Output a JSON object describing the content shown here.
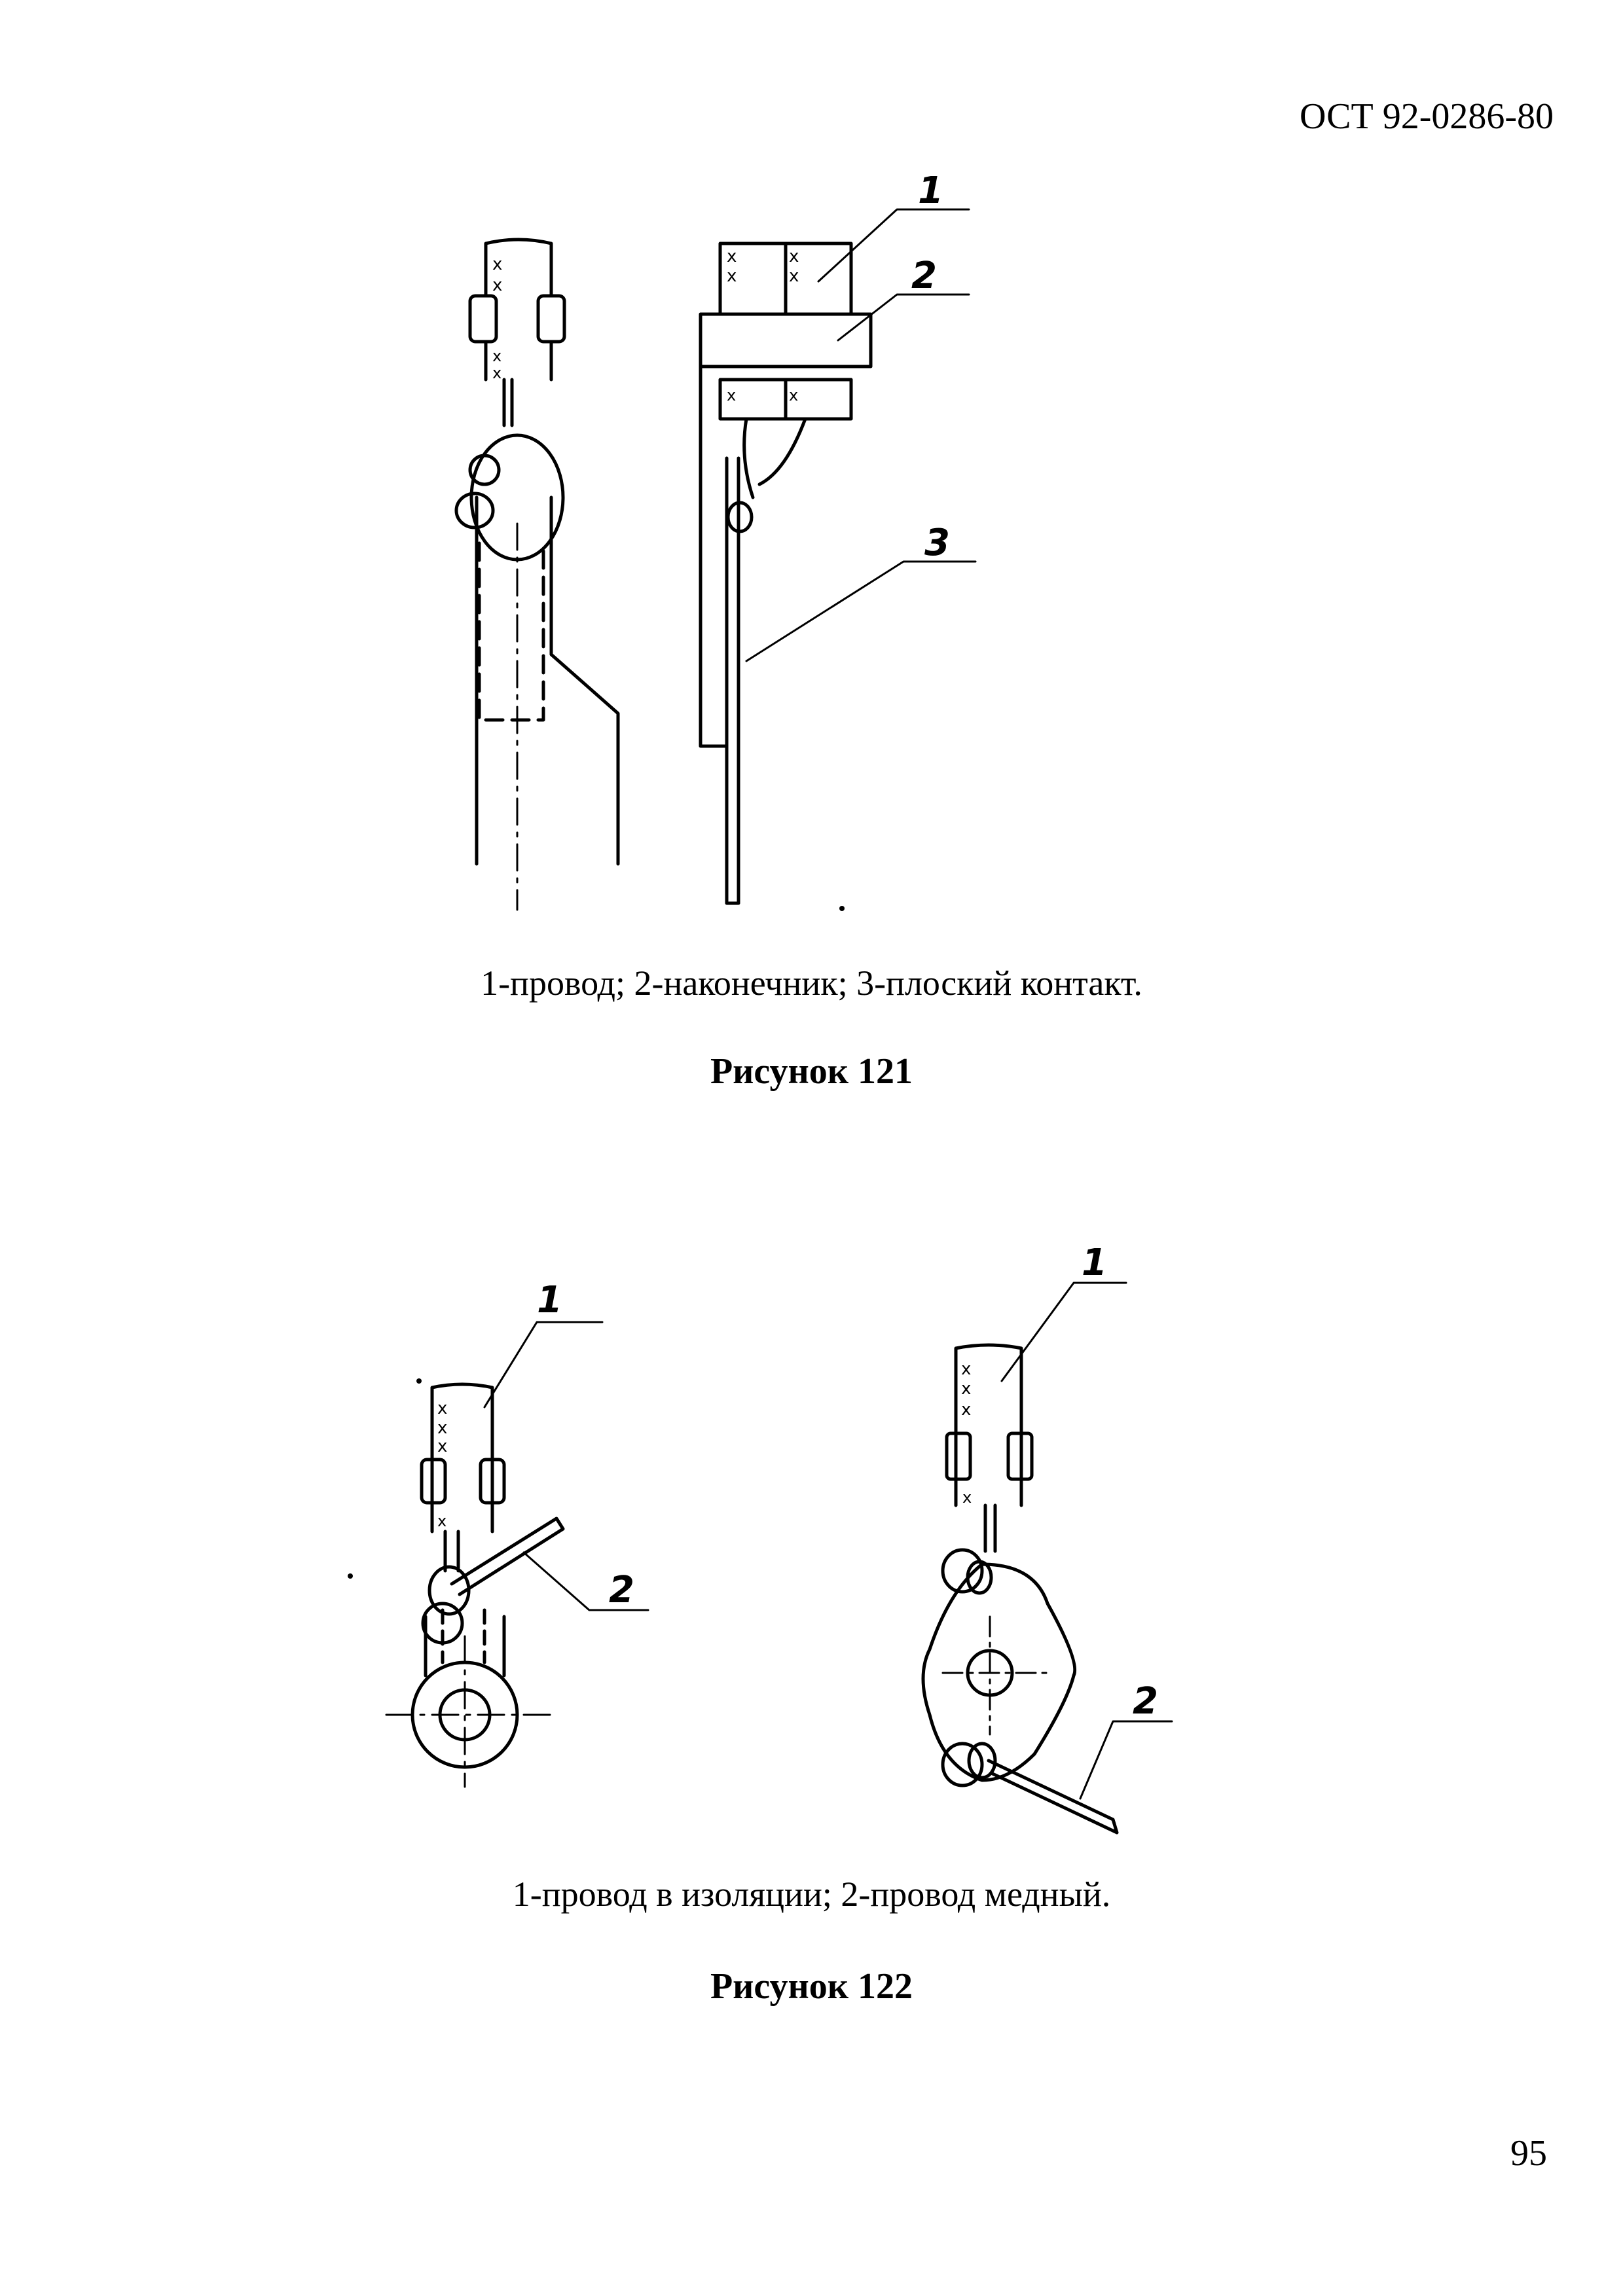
{
  "header": {
    "doc_code": "ОСТ 92-0286-80"
  },
  "figure121": {
    "labels": [
      "1",
      "2",
      "3"
    ],
    "caption": "1-провод; 2-наконечник; 3-плоский контакт.",
    "title": "Рисунок 121"
  },
  "figure122": {
    "labels_left": [
      "1",
      "2"
    ],
    "labels_right": [
      "1",
      "2"
    ],
    "caption": "1-провод в изоляции; 2-провод медный.",
    "title": "Рисунок 122"
  },
  "footer": {
    "page_number": "95"
  }
}
